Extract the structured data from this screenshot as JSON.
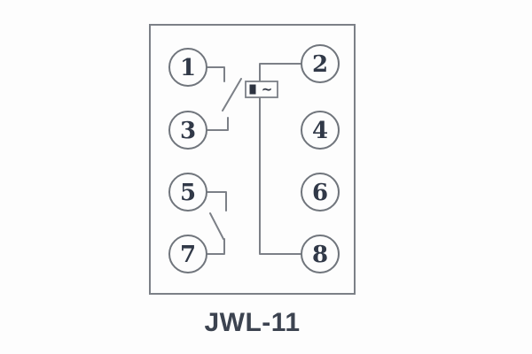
{
  "title": "JWL-11",
  "colors": {
    "background": "#fdfdfd",
    "line": "#7c8087",
    "circle_stroke": "#70757c",
    "number": "#313948",
    "title": "#3c4350",
    "component_fill": "#2d3340"
  },
  "diagram": {
    "type": "relay-terminal-wiring",
    "terminals": [
      {
        "label": "1",
        "side": "left",
        "connected": "contact with 3"
      },
      {
        "label": "2",
        "side": "right",
        "connected": "coil to 8"
      },
      {
        "label": "3",
        "side": "left",
        "connected": "contact with 1"
      },
      {
        "label": "4",
        "side": "right",
        "connected": "none"
      },
      {
        "label": "5",
        "side": "left",
        "connected": "contact with 7"
      },
      {
        "label": "6",
        "side": "right",
        "connected": "none"
      },
      {
        "label": "7",
        "side": "left",
        "connected": "contact with 5"
      },
      {
        "label": "8",
        "side": "right",
        "connected": "coil to 2"
      }
    ],
    "component": {
      "symbol": "~",
      "name": "coil-with-ac-marking"
    }
  }
}
